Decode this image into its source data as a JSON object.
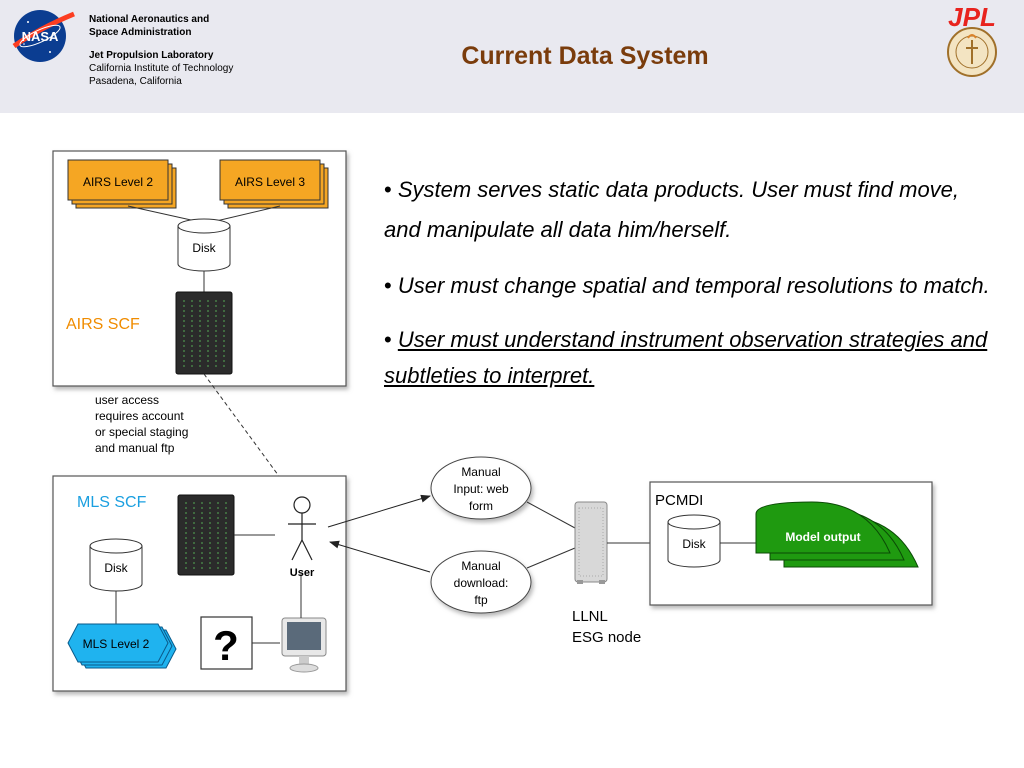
{
  "header": {
    "org_line1": "National Aeronautics and",
    "org_line2": "Space Administration",
    "lab": "Jet Propulsion Laboratory",
    "inst": "California Institute of Technology",
    "city": "Pasadena, California",
    "title": "Current Data System",
    "nasa_logo_text": "NASA",
    "jpl_logo_text": "JPL"
  },
  "bullets": [
    {
      "marker": "•",
      "text": "System serves static data products. User must find move, and manipulate all data him/herself."
    },
    {
      "marker": "•",
      "text": "User must change spatial and temporal resolutions to match."
    },
    {
      "marker": "•",
      "text": "User must understand instrument observation strategies and subtleties to interpret."
    }
  ],
  "diagram": {
    "airs": {
      "level2": "AIRS Level 2",
      "level3": "AIRS Level 3",
      "disk": "Disk",
      "label": "AIRS SCF",
      "note": [
        "user access",
        "requires account",
        "or special staging",
        "and manual ftp"
      ]
    },
    "mls": {
      "label": "MLS SCF",
      "disk": "Disk",
      "level2": "MLS Level 2",
      "user": "User",
      "question": "?"
    },
    "manual_input": [
      "Manual",
      "Input: web",
      "form"
    ],
    "manual_download": [
      "Manual",
      "download:",
      "ftp"
    ],
    "llnl": [
      "LLNL",
      "ESG node"
    ],
    "pcmdi": {
      "label": "PCMDI",
      "disk": "Disk",
      "model_output": "Model output"
    }
  },
  "colors": {
    "title": "#7a3c0c",
    "airs_fill": "#f5a623",
    "airs_label": "#f08c00",
    "mls_fill": "#1fb3ef",
    "mls_label": "#1a9fe0",
    "model_fill": "#1f9a10",
    "header_bg": "#e9e9f0"
  }
}
